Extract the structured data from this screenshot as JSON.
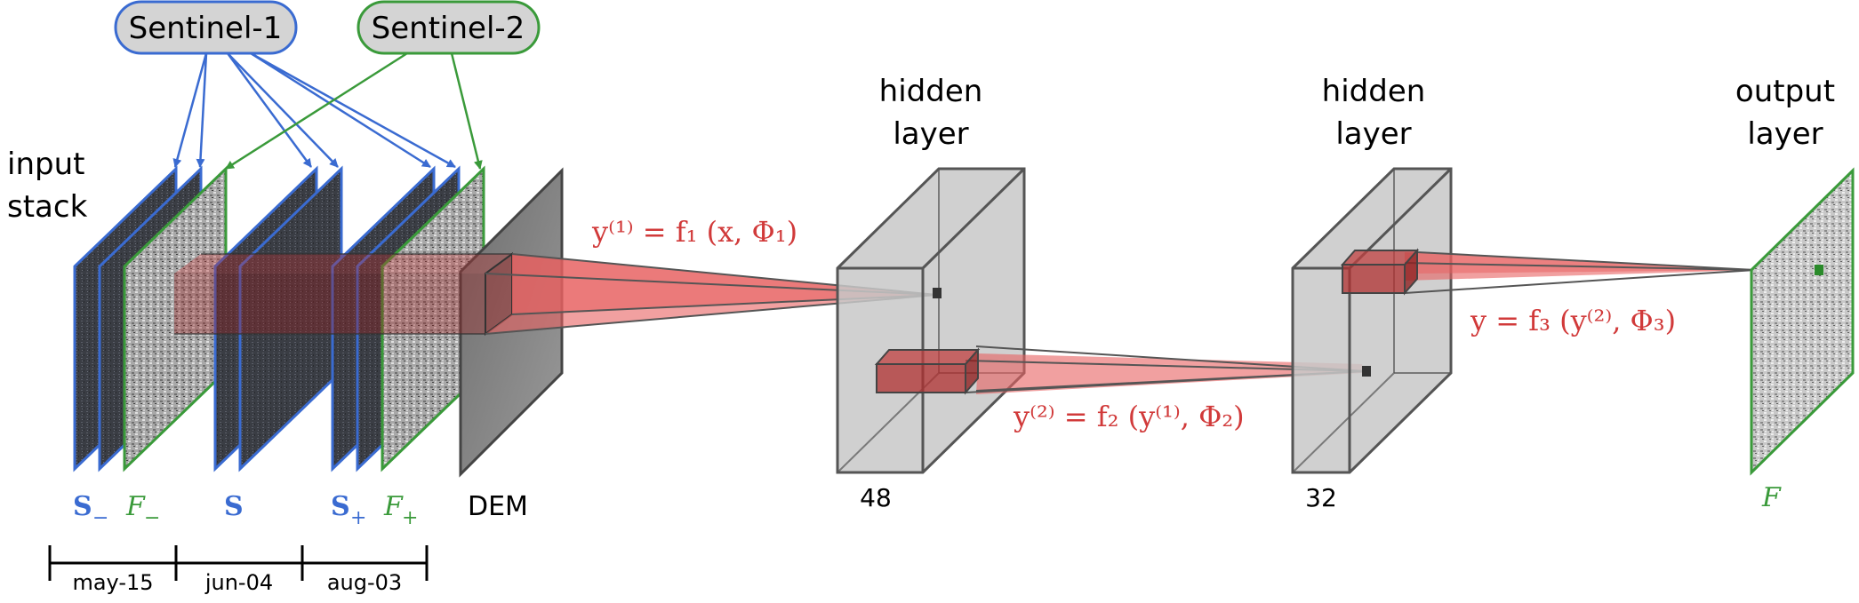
{
  "sources": {
    "sentinel1": "Sentinel-1",
    "sentinel2": "Sentinel-2"
  },
  "labels": {
    "input_stack_line1": "input",
    "input_stack_line2": "stack",
    "hidden1_line1": "hidden",
    "hidden1_line2": "layer",
    "hidden2_line1": "hidden",
    "hidden2_line2": "layer",
    "output_line1": "output",
    "output_line2": "layer",
    "hidden1_size": "48",
    "hidden2_size": "32",
    "dem": "DEM"
  },
  "stack_labels": {
    "s_minus_base": "S",
    "s_minus_sub": "−",
    "f_minus_base": "F",
    "f_minus_sub": "−",
    "s_base": "S",
    "s_plus_base": "S",
    "s_plus_sub": "+",
    "f_plus_base": "F",
    "f_plus_sub": "+",
    "f_output": "F"
  },
  "timeline": [
    "may-15",
    "jun-04",
    "aug-03"
  ],
  "equations": {
    "eq1": "y⁽¹⁾ = f₁ (x, Φ₁)",
    "eq2": "y⁽²⁾ = f₂ (y⁽¹⁾, Φ₂)",
    "eq3": "y = f₃ (y⁽²⁾, Φ₃)"
  },
  "colors": {
    "sentinel1": "#3a6bd1",
    "sentinel2": "#3a9a3a",
    "equation": "#d13a3a",
    "box_fill": "#c8c8c8",
    "box_edge": "#555555",
    "kernel": "#b03030"
  }
}
